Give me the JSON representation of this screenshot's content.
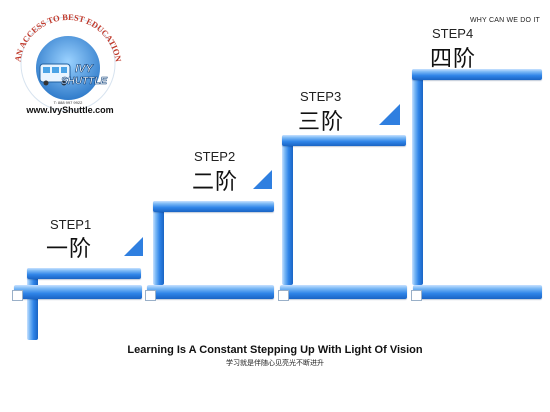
{
  "logo": {
    "ring_text": "AN ACCESS TO BEST EDUCATION",
    "name_line1": "IVY",
    "name_line2": "SHUTTLE",
    "phone": "T: 888 997 9922",
    "url": "www.IvyShuttle.com"
  },
  "header": {
    "tagline": "WHY CAN WE DO IT"
  },
  "steps": [
    {
      "label": "STEP1",
      "cn": "一阶"
    },
    {
      "label": "STEP2",
      "cn": "二阶"
    },
    {
      "label": "STEP3",
      "cn": "三阶"
    },
    {
      "label": "STEP4",
      "cn": "四阶"
    }
  ],
  "caption": {
    "english": "Learning Is A Constant Stepping Up With Light Of Vision",
    "chinese": "学习就是伴随心见亮光不断进升"
  },
  "colors": {
    "bar_dark": "#1a64c4",
    "bar_light": "#c8e1ff",
    "ring_text": "#c0392b"
  }
}
